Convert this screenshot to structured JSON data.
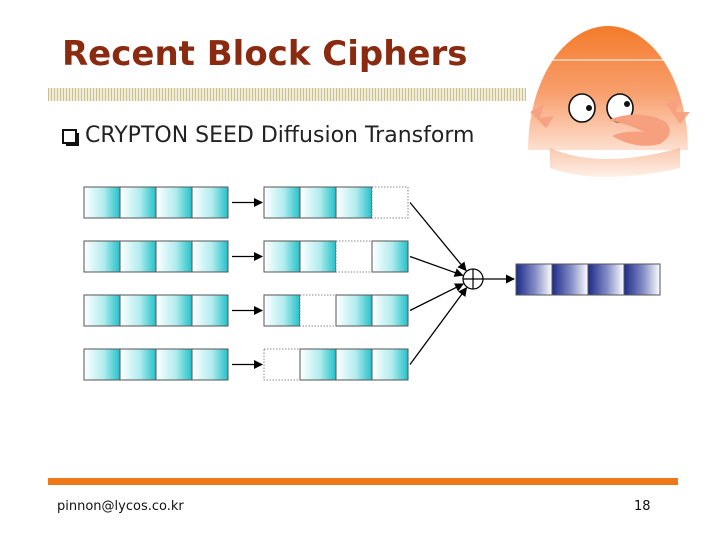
{
  "slide": {
    "title": "Recent Block Ciphers",
    "bullet": "CRYPTON SEED Diffusion Transform",
    "footer_email": "pinnon@lycos.co.kr",
    "page_number": "18"
  },
  "colors": {
    "title": "#8a2a10",
    "accent": "#f07818",
    "input_cell_fill": "#22c0c8",
    "output_cell_fill": "#1c2a88"
  },
  "diagram": {
    "rows": 4,
    "left_block_cells": 4,
    "selected_cells": 4,
    "masked_cell_per_row": [
      3,
      2,
      1,
      0
    ],
    "output_cells": 4,
    "operator_icon": "xor-icon"
  }
}
